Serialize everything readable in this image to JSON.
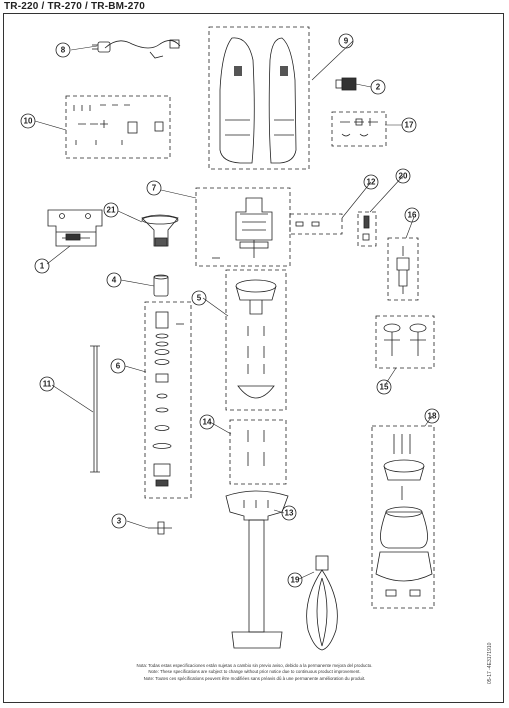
{
  "title": "TR-220 / TR-270 / TR-BM-270",
  "callouts": [
    "1",
    "2",
    "3",
    "4",
    "5",
    "6",
    "7",
    "8",
    "9",
    "10",
    "11",
    "12",
    "13",
    "14",
    "15",
    "16",
    "17",
    "18",
    "19",
    "20",
    "21"
  ],
  "notes": [
    "Nota: Todas estas especificaciones están sujetas a cambio sin previo aviso, debido a la permanente mejora del producto.",
    "Note: These specifications are subject to change without prior notice due to continuous product improvement.",
    "Note: Toutes ces spécifications peuvent être modifiées sans préavis dû à une permanente amélioration du produit."
  ],
  "doc_ref": "05-17 -4E3171910"
}
